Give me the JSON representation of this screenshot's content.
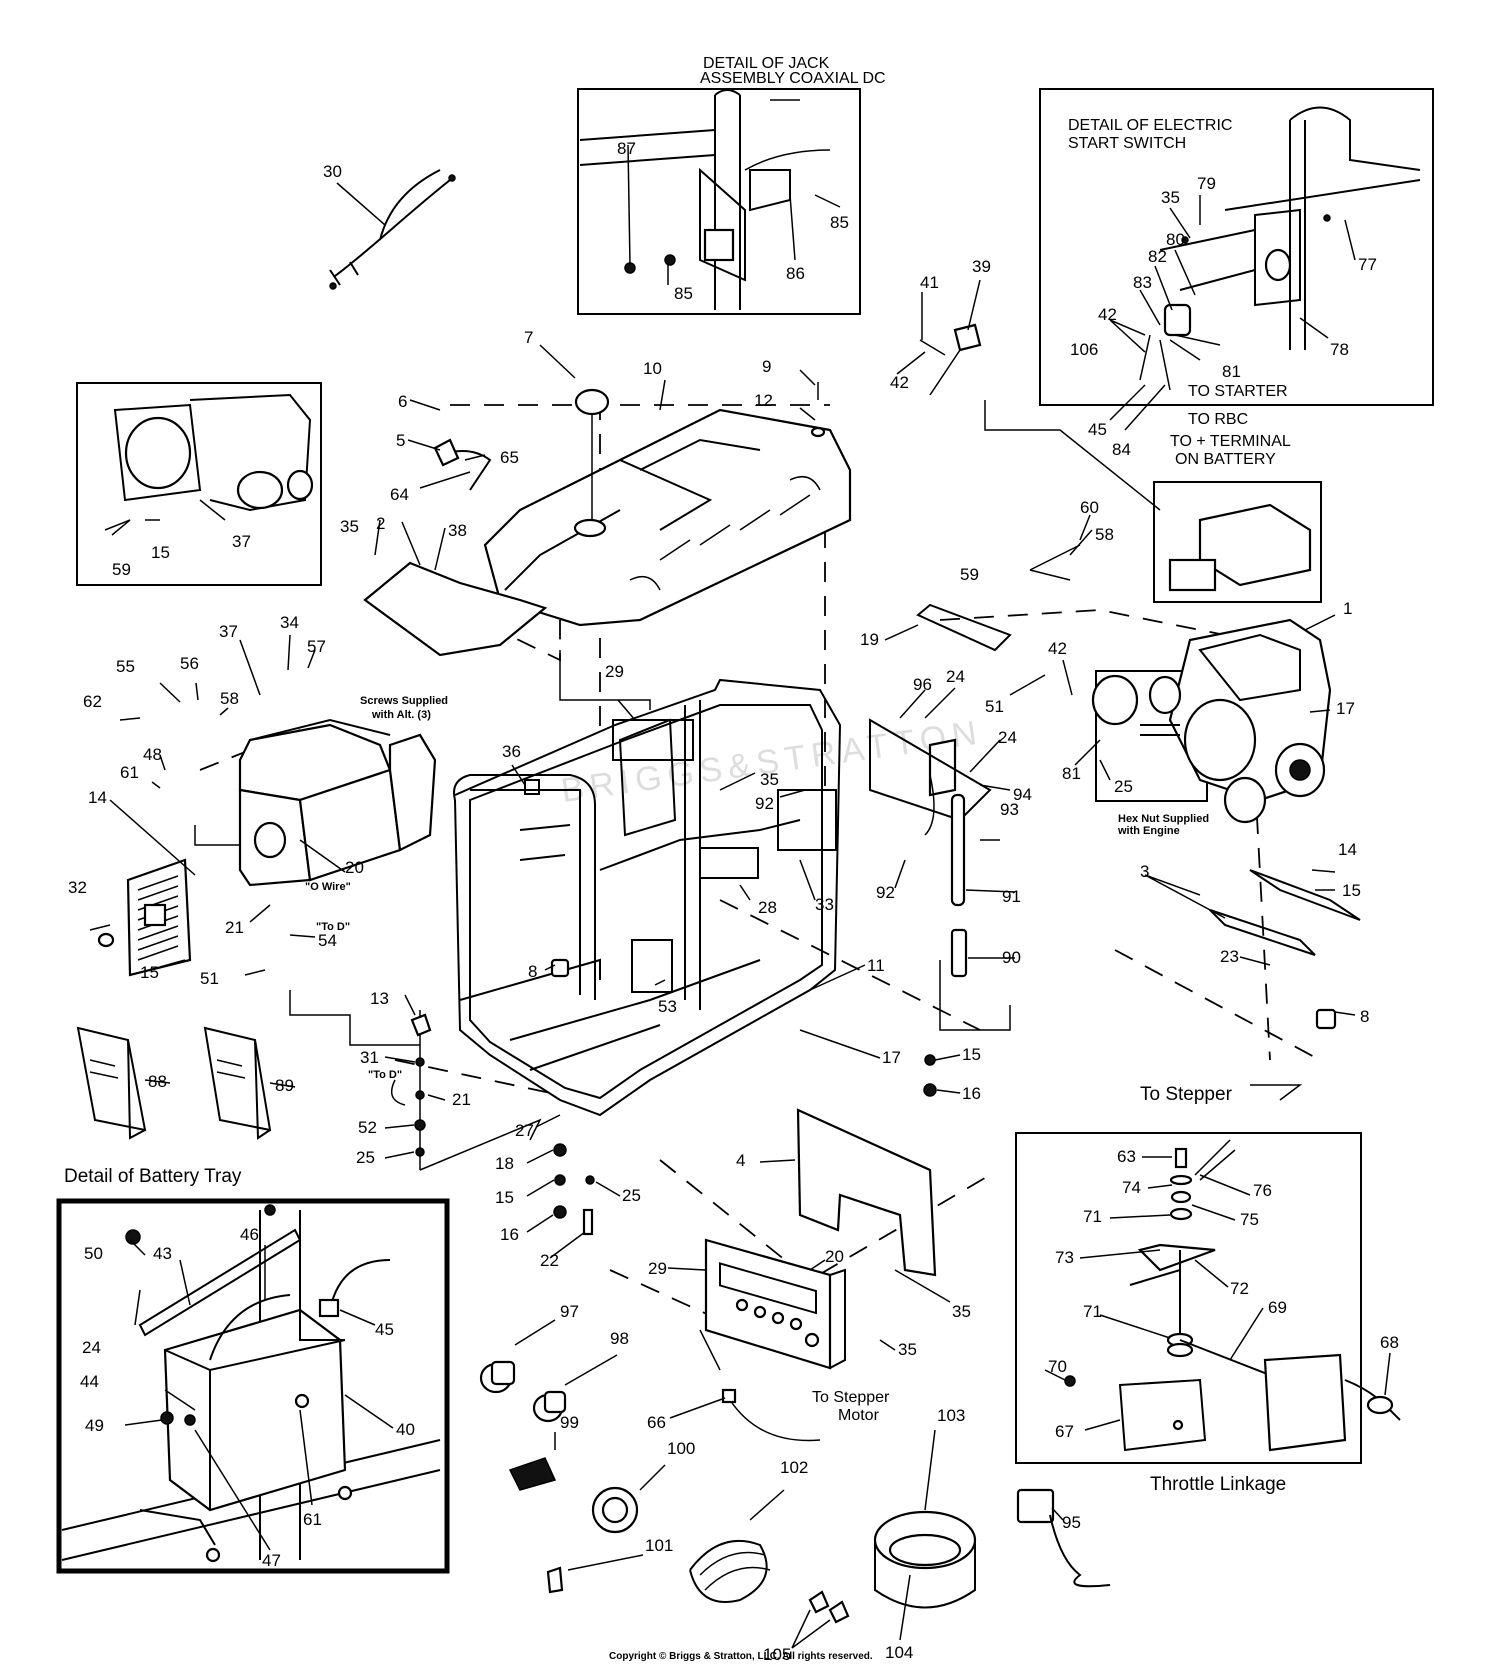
{
  "details": {
    "jack": [
      "DETAIL OF JACK",
      "ASSEMBLY COAXIAL DC"
    ],
    "electric_start": [
      "DETAIL OF ELECTRIC",
      "START SWITCH"
    ],
    "battery_tray": "Detail of Battery Tray",
    "throttle": "Throttle Linkage"
  },
  "notes": {
    "to_starter": "TO STARTER",
    "to_rbc": "TO RBC",
    "to_terminal": [
      "TO + TERMINAL",
      "ON BATTERY"
    ],
    "screws": [
      "Screws Supplied",
      "with Alt. (3)"
    ],
    "o_wire": "\"O Wire\"",
    "to_d_1": "\"To D\"",
    "to_d_2": "\"To D\"",
    "hex_nut": [
      "Hex Nut Supplied",
      "with Engine"
    ],
    "to_stepper": "To Stepper",
    "to_stepper_motor": [
      "To Stepper",
      "Motor"
    ]
  },
  "watermark": "BRIGGS&STRATTON",
  "copyright": "Copyright © Briggs & Stratton, LLC. All rights reserved.",
  "callouts": {
    "c30": "30",
    "c87": "87",
    "c85a": "85",
    "c85b": "85",
    "c86": "86",
    "c35a": "35",
    "c79": "79",
    "c80": "80",
    "c82": "82",
    "c83": "83",
    "c77": "77",
    "c42a": "42",
    "c106": "106",
    "c81a": "81",
    "c78": "78",
    "c45a": "45",
    "c84": "84",
    "c41": "41",
    "c39": "39",
    "c42b": "42",
    "c7": "7",
    "c10": "10",
    "c9": "9",
    "c12": "12",
    "c6": "6",
    "c5": "5",
    "c65": "65",
    "c64": "64",
    "c37a": "37",
    "c59a": "59",
    "c15a": "15",
    "c35b": "35",
    "c2": "2",
    "c38": "38",
    "c60": "60",
    "c58a": "58",
    "c59b": "59",
    "c1": "1",
    "c19": "19",
    "c42c": "42",
    "c51a": "51",
    "c17a": "17",
    "c81b": "81",
    "c25a": "25",
    "c37b": "37",
    "c34": "34",
    "c57": "57",
    "c55": "55",
    "c56": "56",
    "c58b": "58",
    "c62": "62",
    "c48": "48",
    "c61a": "61",
    "c14a": "14",
    "c20a": "20",
    "c32": "32",
    "c21a": "21",
    "c54": "54",
    "c15b": "15",
    "c51b": "51",
    "c29a": "29",
    "c36": "36",
    "c35c": "35",
    "c92a": "92",
    "c96": "96",
    "c24a": "24",
    "c24b": "24",
    "c94": "94",
    "c93": "93",
    "c92b": "92",
    "c91": "91",
    "c90": "90",
    "c14b": "14",
    "c15c": "15",
    "c3": "3",
    "c23": "23",
    "c8a": "8",
    "c28": "28",
    "c33": "33",
    "c53": "53",
    "c8b": "8",
    "c11": "11",
    "c17b": "17",
    "c15d": "15",
    "c16a": "16",
    "c13": "13",
    "c31": "31",
    "c21b": "21",
    "c52": "52",
    "c25b": "25",
    "c27": "27",
    "c18": "18",
    "c15e": "15",
    "c16b": "16",
    "c25c": "25",
    "c22": "22",
    "c88": "88",
    "c89": "89",
    "c4": "4",
    "c35d": "35",
    "c29b": "29",
    "c20b": "20",
    "c35e": "35",
    "c66": "66",
    "c50": "50",
    "c43": "43",
    "c46": "46",
    "c45b": "45",
    "c24c": "24",
    "c44": "44",
    "c49": "49",
    "c40": "40",
    "c61b": "61",
    "c47": "47",
    "c97": "97",
    "c98": "98",
    "c99": "99",
    "c100": "100",
    "c101": "101",
    "c102": "102",
    "c103": "103",
    "c104": "104",
    "c105": "105",
    "c95": "95",
    "c63": "63",
    "c74": "74",
    "c76": "76",
    "c75": "75",
    "c71a": "71",
    "c73": "73",
    "c72": "72",
    "c71b": "71",
    "c69": "69",
    "c70": "70",
    "c68": "68",
    "c67": "67"
  }
}
